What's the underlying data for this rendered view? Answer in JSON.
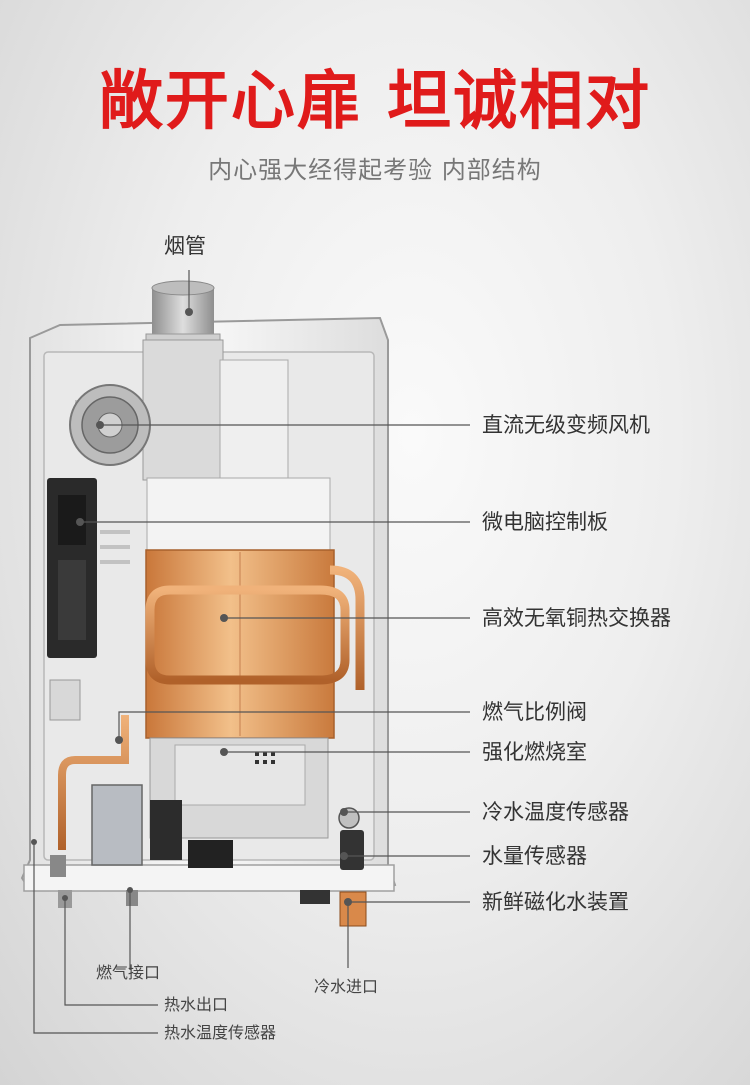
{
  "header": {
    "title": "敞开心扉 坦诚相对",
    "subtitle": "内心强大经得起考验  内部结构"
  },
  "labels": {
    "flue": "烟管",
    "fan": "直流无级变频风机",
    "control_board": "微电脑控制板",
    "heat_exchanger": "高效无氧铜热交换器",
    "gas_valve": "燃气比例阀",
    "combustion_chamber": "强化燃烧室",
    "cold_temp_sensor": "冷水温度传感器",
    "water_flow_sensor": "水量传感器",
    "magnetizer": "新鲜磁化水装置",
    "gas_inlet": "燃气接口",
    "cold_water_inlet": "冷水进口",
    "hot_water_outlet": "热水出口",
    "hot_temp_sensor": "热水温度传感器"
  },
  "colors": {
    "title_red": "#e01b1b",
    "copper": "#d9894a",
    "leader_line": "#555555"
  }
}
